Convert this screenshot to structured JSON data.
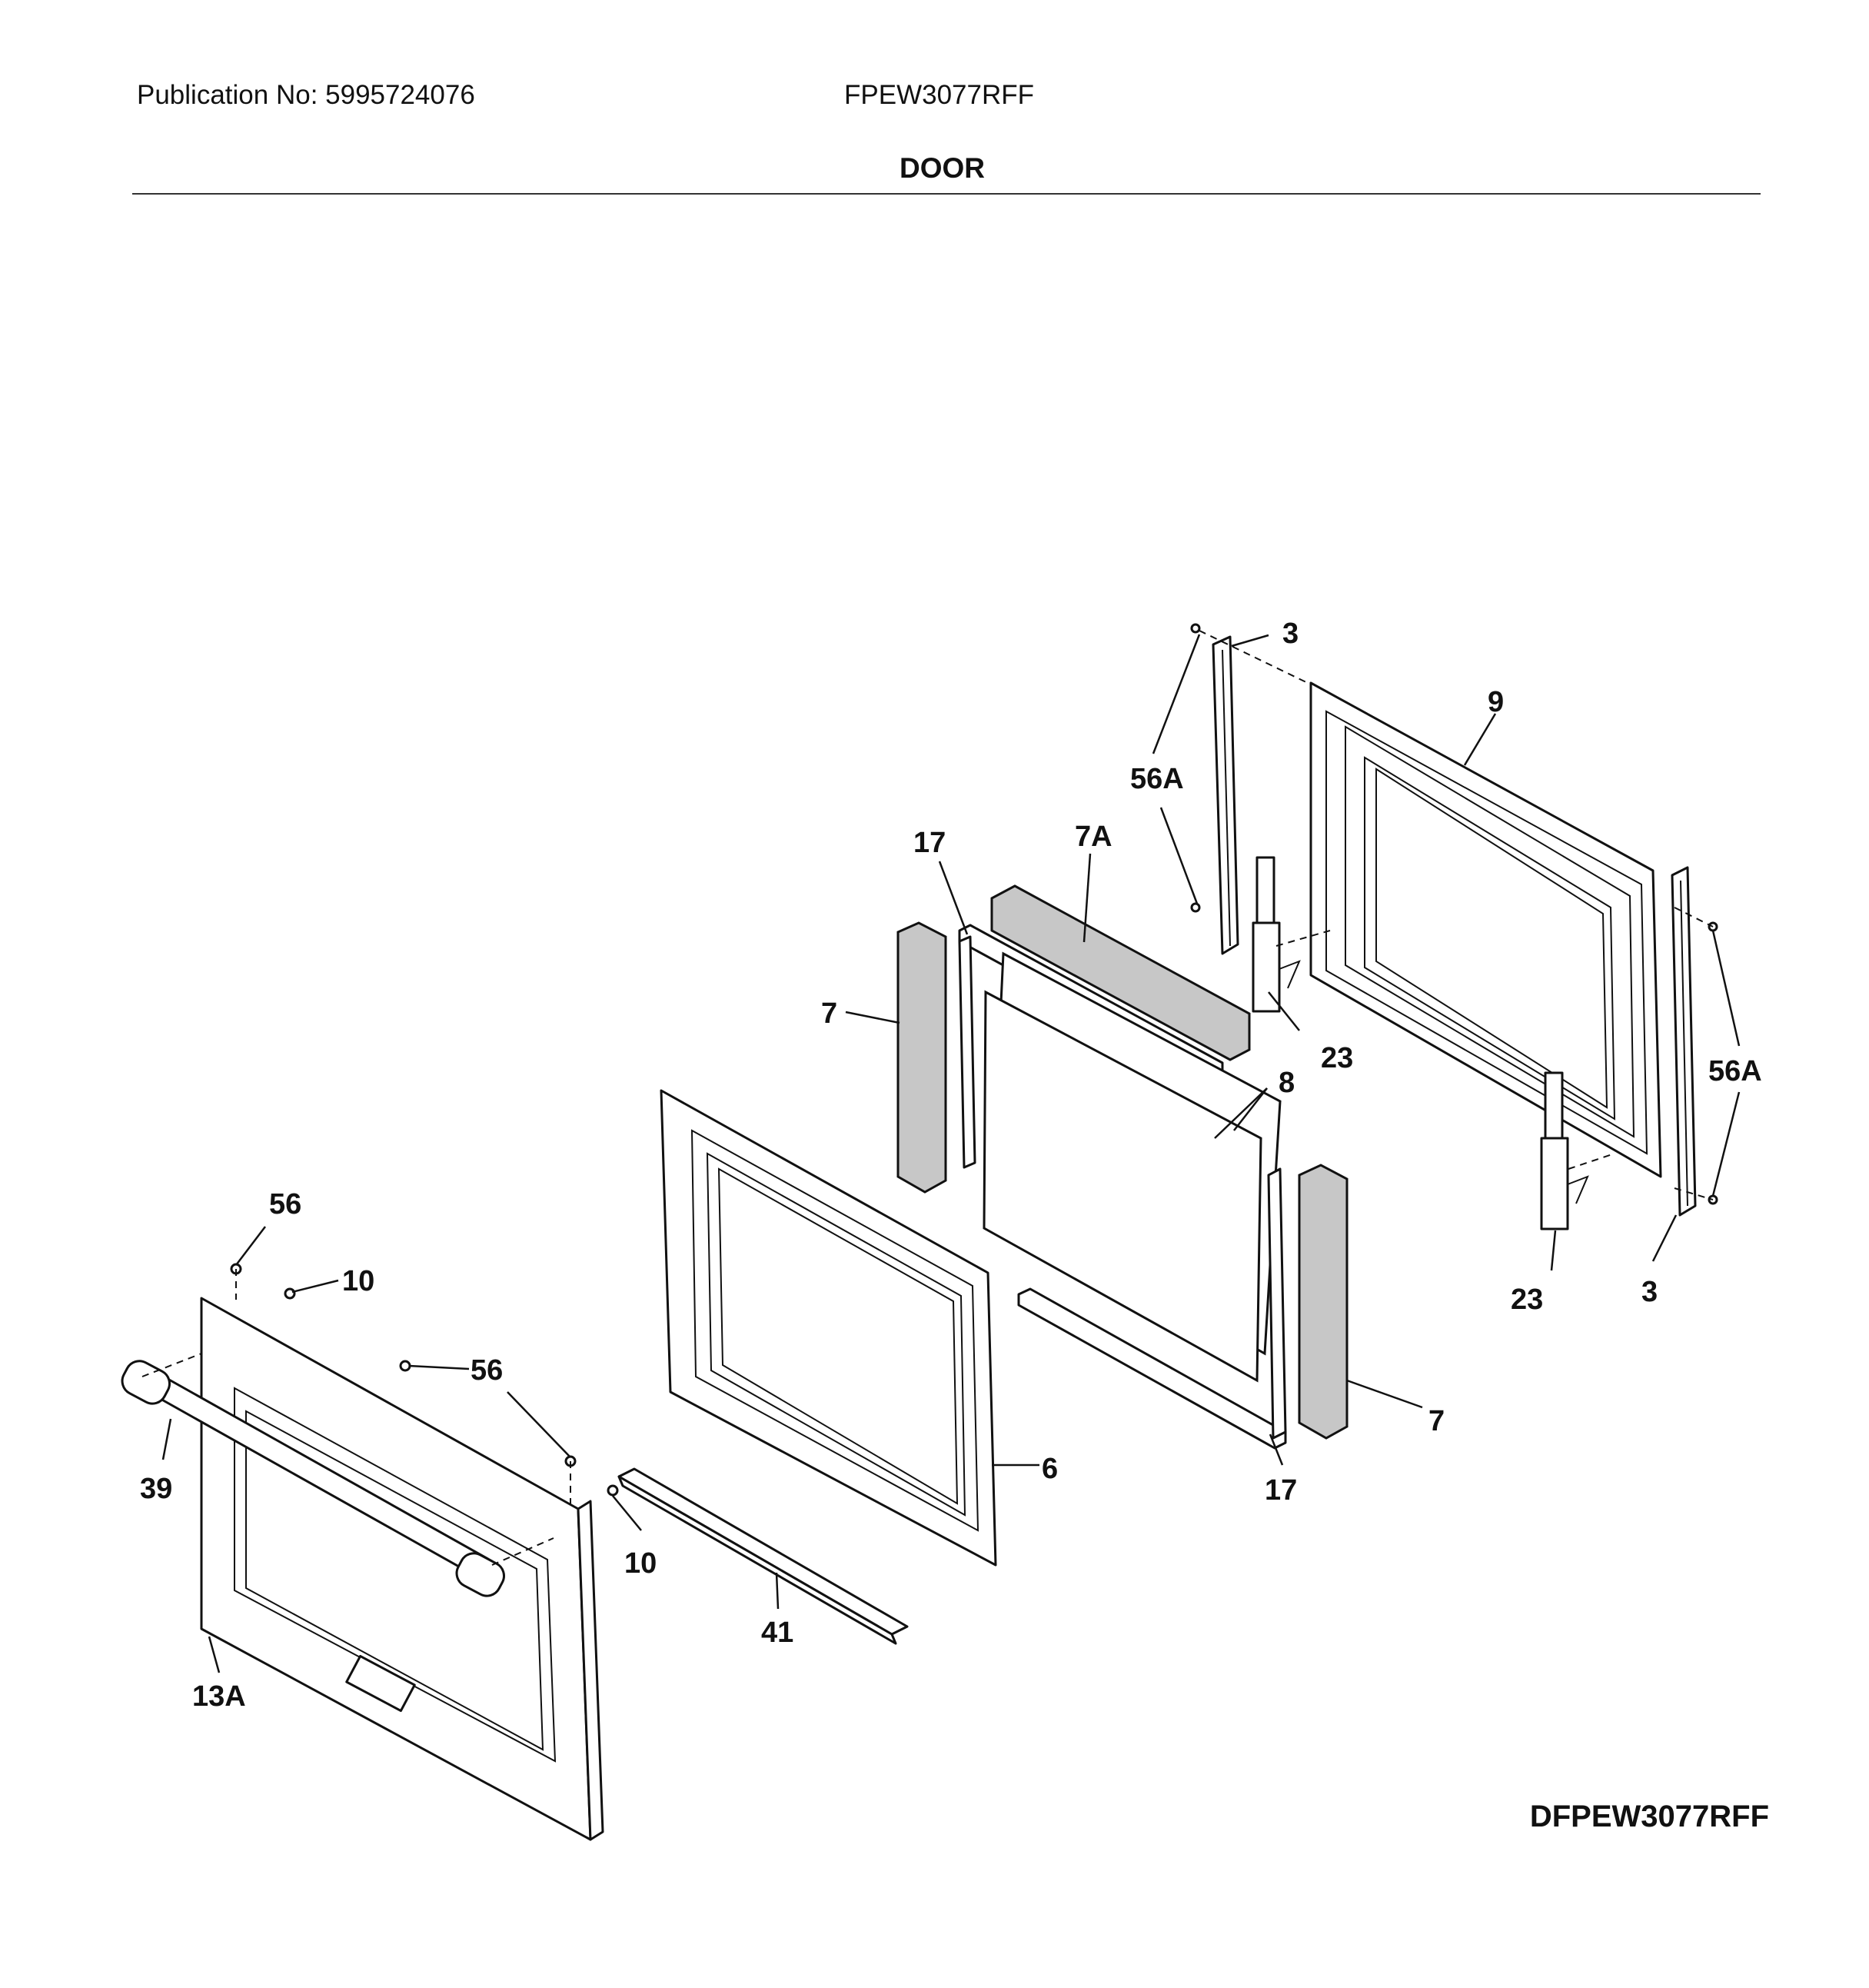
{
  "header": {
    "publication": "Publication No: 5995724076",
    "model": "FPEW3077RFF",
    "section_title": "DOOR"
  },
  "diagram_id": "DFPEW3077RFF",
  "callouts": {
    "c3_top": "3",
    "c9": "9",
    "c56A_top": "56A",
    "c17_top": "17",
    "c7A": "7A",
    "c7_left": "7",
    "c23_top": "23",
    "c8": "8",
    "c56A_right": "56A",
    "c56_top": "56",
    "c10_top": "10",
    "c56_mid": "56",
    "c23_bottom": "23",
    "c3_bottom": "3",
    "c39": "39",
    "c6": "6",
    "c7_right": "7",
    "c17_bottom": "17",
    "c10_bottom": "10",
    "c41": "41",
    "c13A": "13A"
  }
}
